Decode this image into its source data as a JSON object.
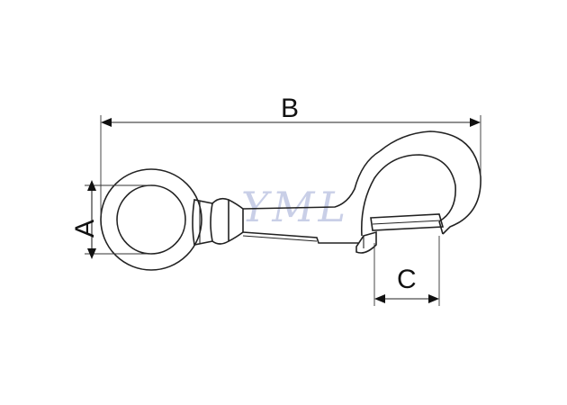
{
  "diagram": {
    "dimension_labels": {
      "a": "A",
      "b": "B",
      "c": "C"
    },
    "watermark": "YML",
    "colors": {
      "line": "#222222",
      "watermark": "#b8c0e0",
      "background": "#ffffff"
    }
  }
}
